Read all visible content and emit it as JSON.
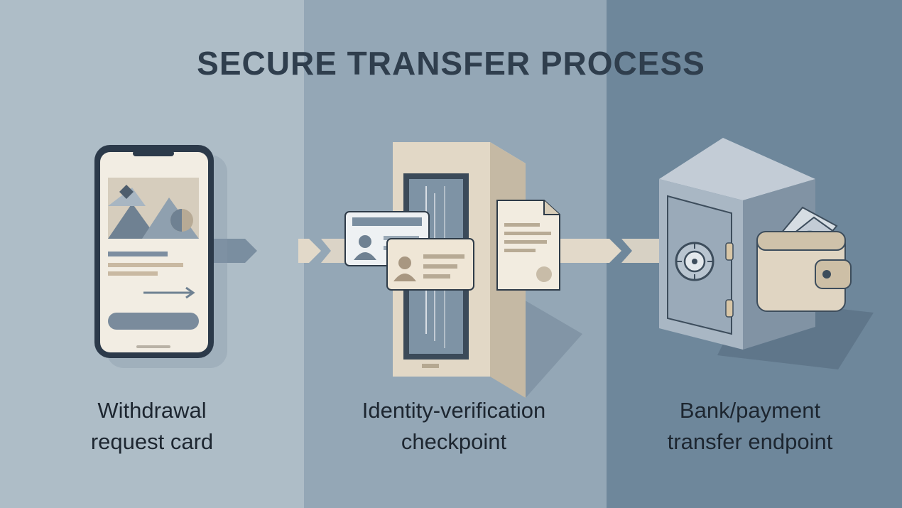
{
  "title": "SECURE TRANSFER PROCESS",
  "steps": [
    {
      "line1": "Withdrawal",
      "line2": "request card",
      "icon": "smartphone-icon"
    },
    {
      "line1": "Identity-verification",
      "line2": "checkpoint",
      "icon": "id-scanner-icon"
    },
    {
      "line1": "Bank/payment",
      "line2": "transfer endpoint",
      "icon": "bank-vault-icon"
    }
  ],
  "colors": {
    "panel_1": "#aebdc7",
    "panel_2": "#94a7b6",
    "panel_3": "#6e879b",
    "title_text": "#2f3e4d",
    "caption_text": "#1d2630",
    "beige": "#e6ddcc",
    "steel": "#9aabbb"
  }
}
